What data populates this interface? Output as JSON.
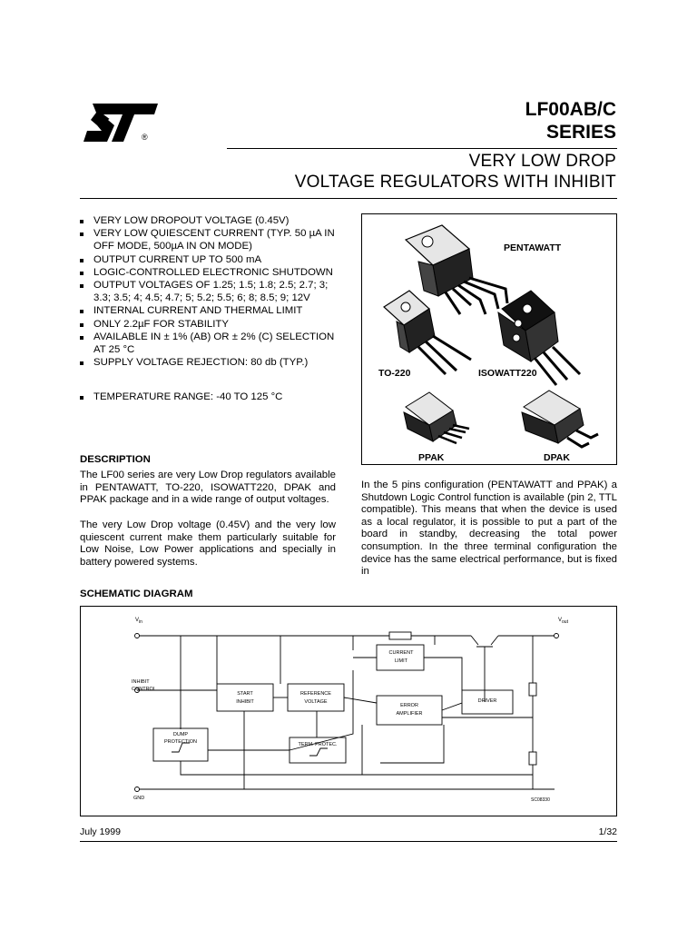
{
  "header": {
    "logo_text": "ST",
    "logo_reg_mark": "®",
    "part_line1": "LF00AB/C",
    "part_line2": "SERIES",
    "subtitle_line1": "VERY LOW DROP",
    "subtitle_line2": "VOLTAGE REGULATORS WITH INHIBIT"
  },
  "features": [
    "VERY LOW DROPOUT VOLTAGE (0.45V)",
    "VERY LOW QUIESCENT CURRENT (TYP. 50 µA IN OFF MODE, 500µA IN ON MODE)",
    "OUTPUT CURRENT UP TO 500 mA",
    "LOGIC-CONTROLLED ELECTRONIC SHUTDOWN",
    "OUTPUT VOLTAGES OF 1.25; 1.5; 1.8; 2.5; 2.7; 3; 3.3; 3.5; 4; 4.5; 4.7; 5; 5.2; 5.5; 6; 8; 8.5; 9; 12V",
    "INTERNAL CURRENT AND THERMAL LIMIT",
    "ONLY 2.2µF FOR STABILITY",
    "AVAILABLE IN ± 1% (AB) OR ± 2% (C) SELECTION AT 25 °C",
    "SUPPLY VOLTAGE REJECTION: 80 db (TYP.)",
    "TEMPERATURE RANGE: -40 TO 125 °C"
  ],
  "packages": {
    "pentawatt": "PENTAWATT",
    "to220": "TO-220",
    "isowatt": "ISOWATT220",
    "ppak": "PPAK",
    "dpak": "DPAK"
  },
  "description": {
    "heading": "DESCRIPTION",
    "para1": "The LF00 series are very Low Drop regulators available in PENTAWATT, TO-220, ISOWATT220, DPAK and PPAK package and in a wide range of output voltages.",
    "para2": "The very Low Drop voltage (0.45V) and the very low quiescent current make them particularly suitable for Low Noise, Low Power applications and specially in battery powered systems.",
    "para3": "In the 5 pins configuration (PENTAWATT and PPAK) a Shutdown Logic Control function is available (pin 2, TTL compatible). This means that when the device is used as a local regulator, it is possible to put a part of the board in standby, decreasing the total power consumption. In the three terminal configuration the device has the same electrical performance, but is fixed in"
  },
  "schematic": {
    "heading": "SCHEMATIC DIAGRAM",
    "vin": "V",
    "vin_sub": "in",
    "vout": "V",
    "vout_sub": "out",
    "inhibit_1": "INHIBIT",
    "inhibit_2": "CONTROL",
    "gnd": "GND",
    "current_limit_1": "CURRENT",
    "current_limit_2": "LIMIT",
    "start_1": "START",
    "start_2": "INHIBIT",
    "ref_1": "REFERENCE",
    "ref_2": "VOLTAGE",
    "err_1": "ERROR",
    "err_2": "AMPLIFIER",
    "driver": "DRIVER",
    "dump_1": "DUMP",
    "dump_2": "PROTECTION",
    "term": "TERM. PROTEC.",
    "code": "SC08330"
  },
  "footer": {
    "date": "July 1999",
    "page": "1/32"
  }
}
